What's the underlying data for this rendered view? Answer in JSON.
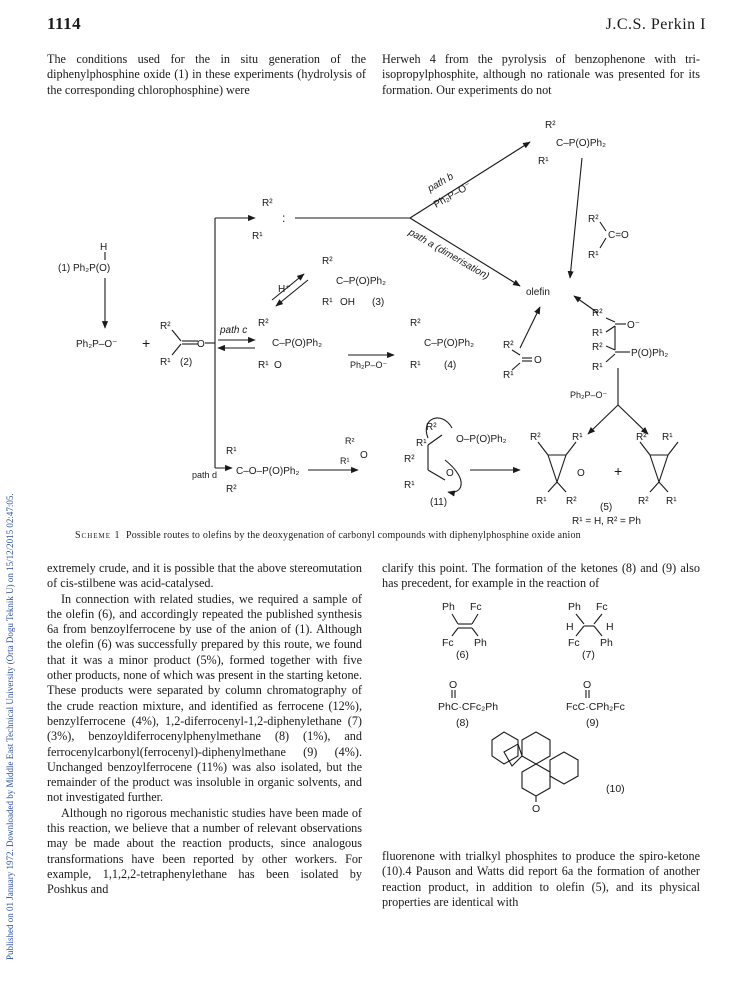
{
  "side_note": "Published on 01 January 1972. Downloaded by Middle East Technical University (Orta Dogu Teknik U) on 15/12/2015 02:47:05.",
  "header": {
    "page_number": "1114",
    "journal": "J.C.S. Perkin I"
  },
  "top_left_text": "The conditions used for the in situ generation of the diphenylphosphine oxide (1) in these experiments (hydrolysis of the corresponding chlorophosphine) were",
  "top_right_text": "Herweh 4 from the pyrolysis of benzophenone with tri-isopropylphosphite, although no rationale was presented for its formation. Our experiments do not",
  "scheme": {
    "start_h": "H",
    "start_compound": "(1) Ph₂P(O)",
    "anion": "Ph₂P–O⁻",
    "plus": "+",
    "ketone_r2": "R²",
    "ketone_r1": "R¹",
    "ketone_label": "(2)",
    "ketone_o": "O",
    "carbene_r2": "R²",
    "carbene_r1": "R¹",
    "carbene_colon": ":",
    "top_r2": "R²",
    "top_r1": "R¹",
    "top_product": "C–P(O)Ph₂",
    "path_b": "path b",
    "path_b_reagent": "Ph₂P–O⁻",
    "path_a": "path a (dimerisation)",
    "olefin": "olefin",
    "right_ketone_r2": "R²",
    "right_ketone_o": "C=O",
    "right_ketone_r1": "R¹",
    "c3_r2": "R²",
    "c3_group": "C–P(O)Ph₂",
    "c3_r1": "R¹",
    "c3_oh": "OH",
    "c3_label": "(3)",
    "h_plus": "H⁺",
    "path_c": "path c",
    "mid_r2": "R²",
    "mid_group": "C–P(O)Ph₂",
    "mid_r1": "R¹",
    "mid_o": "O",
    "mid_reagent": "Ph₂P–O⁻",
    "c4_r2": "R²",
    "c4_group": "C–P(O)Ph₂",
    "c4_r1": "R¹",
    "c4_label": "(4)",
    "c4_ket_r2": "R²",
    "c4_ket_o": "O",
    "c4_ket_r1": "R¹",
    "ox_r2a": "R²",
    "ox_r1a": "R¹",
    "ox_r2b": "R²",
    "ox_r1b": "R¹",
    "ox_o": "O⁻",
    "ox_p": "P(O)Ph₂",
    "right_reagent": "Ph₂P–O⁻",
    "path_d": "path d",
    "d_r1": "R¹",
    "d_r2": "R²",
    "d_group": "C–O–P(O)Ph₂",
    "d_ket_r2": "R²",
    "d_ket_r1": "R¹",
    "d_ket_o": "O",
    "c11_r2a": "R²",
    "c11_r1a": "R¹",
    "c11_r2b": "R²",
    "c11_r1b": "R¹",
    "c11_group": "O–P(O)Ph₂",
    "c11_o": "O",
    "c11_label": "(11)",
    "ep1_r2": "R²",
    "ep1_r1": "R¹",
    "ep1_r1b": "R¹",
    "ep1_r2b": "R²",
    "ep_o": "O",
    "ep_plus": "+",
    "ep2_r2": "R²",
    "ep2_r1": "R¹",
    "ep2_r2b": "R²",
    "ep2_r1b": "R¹",
    "c5_label": "(5)",
    "c5_def": "R¹ = H, R² = Ph"
  },
  "caption": {
    "label": "Scheme 1",
    "text": "Possible routes to olefins by the deoxygenation of carbonyl compounds with diphenylphosphine oxide anion"
  },
  "bottom_left_paragraphs": [
    "extremely crude, and it is possible that the above stereomutation of cis-stilbene was acid-catalysed.",
    "In connection with related studies, we required a sample of the olefin (6), and accordingly repeated the published synthesis 6a from benzoylferrocene by use of the anion of (1). Although the olefin (6) was successfully prepared by this route, we found that it was a minor product (5%), formed together with five other products, none of which was present in the starting ketone. These products were separated by column chromatography of the crude reaction mixture, and identified as ferrocene (12%), benzylferrocene (4%), 1,2-diferrocenyl-1,2-diphenylethane (7) (3%), benzoyldiferrocenylphenylmethane (8) (1%), and ferrocenylcarbonyl(ferrocenyl)-diphenylmethane (9) (4%). Unchanged benzoylferrocene (11%) was also isolated, but the remainder of the product was insoluble in organic solvents, and not investigated further.",
    "Although no rigorous mechanistic studies have been made of this reaction, we believe that a number of relevant observations may be made about the reaction products, since analogous transformations have been reported by other workers. For example, 1,1,2,2-tetraphenylethane has been isolated by Poshkus and"
  ],
  "bottom_right_paragraph_1": "clarify this point. The formation of the ketones (8) and (9) also has precedent, for example in the reaction of",
  "structures": {
    "s6": {
      "a": "Ph",
      "b": "Fc",
      "c": "Fc",
      "d": "Ph",
      "label": "(6)"
    },
    "s7": {
      "a": "Ph",
      "b": "Fc",
      "h1": "H",
      "h2": "H",
      "c": "Fc",
      "d": "Ph",
      "label": "(7)"
    },
    "s8": {
      "o": "O",
      "formula": "PhC·CFc₂Ph",
      "label": "(8)"
    },
    "s9": {
      "o": "O",
      "formula": "FcC·CPh₂Fc",
      "label": "(9)"
    },
    "s10": {
      "o": "O",
      "label": "(10)"
    }
  },
  "bottom_right_paragraph_2": "fluorenone with trialkyl phosphites to produce the spiro-ketone (10).4 Pauson and Watts did report 6a the formation of another reaction product, in addition to olefin (5), and its physical properties are identical with"
}
